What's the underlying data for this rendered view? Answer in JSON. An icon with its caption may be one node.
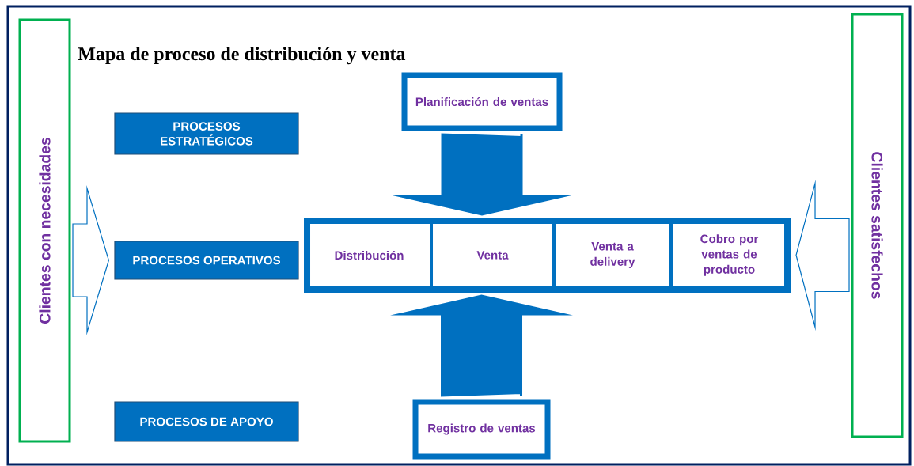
{
  "diagram": {
    "title": "Mapa de proceso de distribución y venta",
    "nodes": [
      {
        "text": [
          "Clientes con necesidades"
        ]
      },
      {
        "text": [
          "PROCESOS ESTRATÉGICOS"
        ]
      },
      {
        "text": [
          "Planificación de ventas"
        ]
      },
      {
        "text": [
          "PROCESOS OPERATIVOS"
        ]
      },
      {
        "text": [],
        "shape": "box"
      },
      {
        "text": [
          "Distribución"
        ],
        "in": 4
      },
      {
        "text": [
          "Venta"
        ],
        "in": 4
      },
      {
        "text": [
          "Venta a delivery"
        ],
        "in": 4
      },
      {
        "text": [
          "Cobro por ventas de producto"
        ],
        "in": 4
      },
      {
        "text": [
          "Clientes satisfechos"
        ]
      },
      {
        "text": [
          "PROCESOS DE APOYO"
        ]
      },
      {
        "text": [
          "Registro de ventas"
        ]
      }
    ],
    "edges": [
      {
        "from": 0,
        "to": 3,
        "arrow": "to"
      },
      {
        "from": 2,
        "to": 4,
        "arrow": "to",
        "style": "thick"
      },
      {
        "from": 11,
        "to": 4,
        "arrow": "to",
        "style": "thick"
      },
      {
        "from": 9,
        "to": 4,
        "arrow": "to"
      }
    ]
  }
}
